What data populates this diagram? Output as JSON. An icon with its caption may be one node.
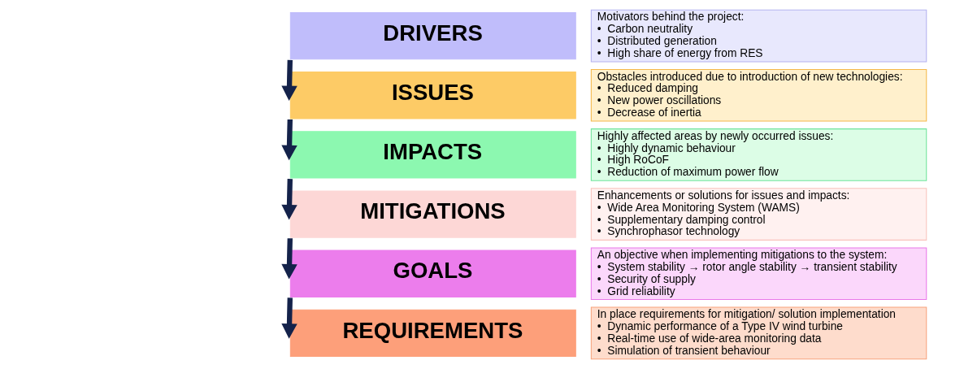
{
  "diagram": {
    "nodes": [
      {
        "text": [
          "DRIVERS"
        ]
      },
      {
        "text": [
          "Motivators behind the project:",
          "•  Carbon neutrality",
          "•  Distributed generation",
          "•  High share of energy from RES"
        ]
      },
      {
        "text": [
          "ISSUES"
        ]
      },
      {
        "text": [
          "Obstacles introduced due to introduction of new technologies:",
          "•  Reduced damping",
          "•  New power oscillations",
          "•  Decrease of inertia"
        ]
      },
      {
        "text": [
          "IMPACTS"
        ]
      },
      {
        "text": [
          "Highly affected areas by newly occurred issues:",
          "•  Highly dynamic behaviour",
          "•  High RoCoF",
          "•  Reduction of maximum power flow"
        ]
      },
      {
        "text": [
          "MITIGATIONS"
        ]
      },
      {
        "text": [
          "Enhancements or solutions for issues and impacts:",
          "•  Wide Area Monitoring System (WAMS)",
          "•  Supplementary damping control",
          "•  Synchrophasor technology"
        ]
      },
      {
        "text": [
          "GOALS"
        ]
      },
      {
        "text": [
          "An objective when implementing mitigations to the system:",
          "•  System stability → rotor angle stability → transient stability",
          "•  Security of supply",
          "•  Grid reliability"
        ]
      },
      {
        "text": [
          "REQUIREMENTS"
        ]
      },
      {
        "text": [
          "In place requirements for mitigation/ solution implementation",
          "•  Dynamic performance of a Type IV wind turbine",
          "•  Real-time use of wide-area monitoring data",
          "•  Simulation of transient behaviour"
        ]
      }
    ],
    "edges": [
      {
        "from": 0,
        "to": 2,
        "arrow": "to"
      },
      {
        "from": 2,
        "to": 4,
        "arrow": "to"
      },
      {
        "from": 4,
        "to": 6,
        "arrow": "to"
      },
      {
        "from": 6,
        "to": 8,
        "arrow": "to"
      },
      {
        "from": 8,
        "to": 10,
        "arrow": "to"
      }
    ]
  }
}
